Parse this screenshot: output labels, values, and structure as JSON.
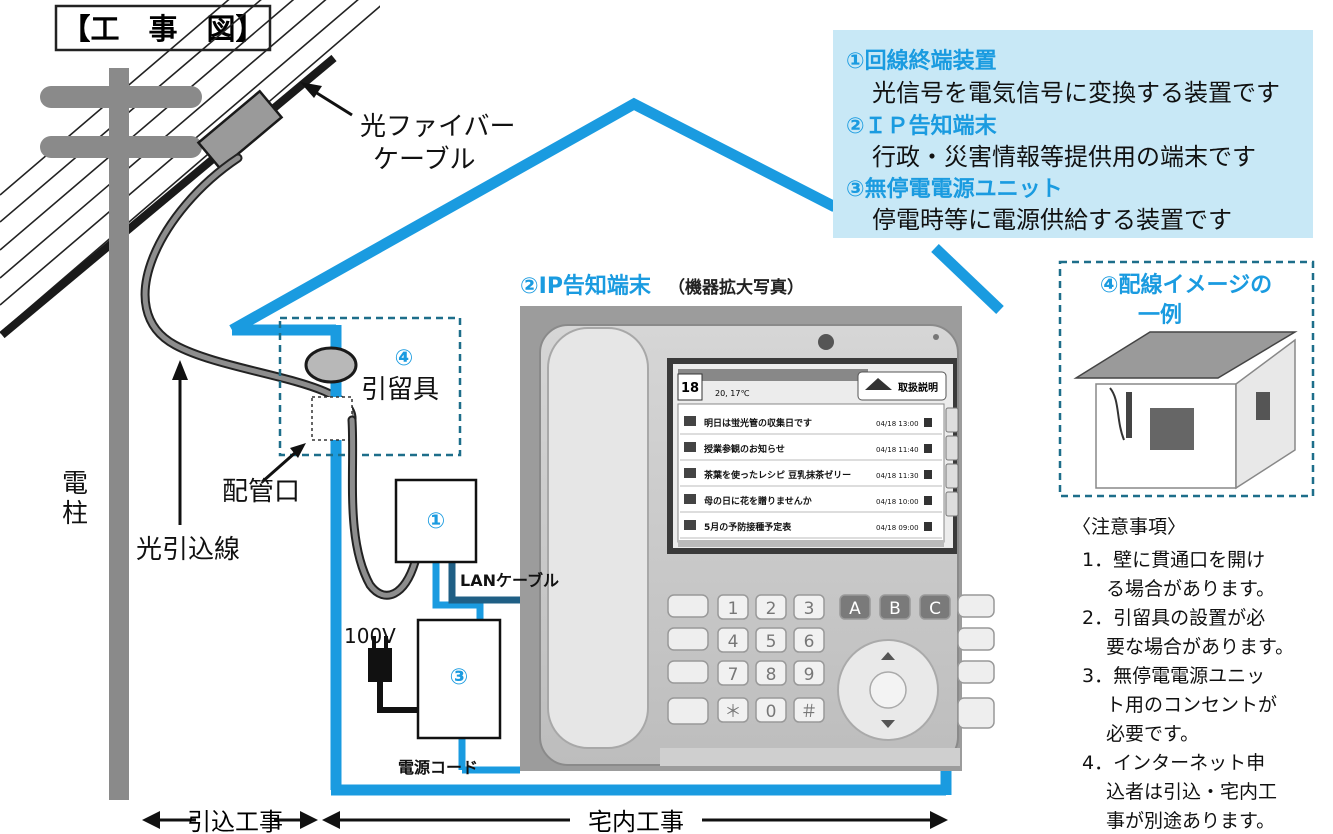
{
  "title": "【工　事　図】",
  "labels": {
    "fiber_cable_1": "光ファイバー",
    "fiber_cable_2": "ケーブル",
    "pole_1": "電",
    "pole_2": "柱",
    "drop_line": "光引込線",
    "conduit": "配管口",
    "anchor_num": "④",
    "anchor": "引留具",
    "onu_num": "①",
    "lan": "LANケーブル",
    "voltage": "100V",
    "ups_num": "③",
    "power_cord": "電源コード",
    "lead_in_work": "引込工事",
    "indoor_work": "宅内工事"
  },
  "info_box": {
    "item1_title": "①回線終端装置",
    "item1_desc": "光信号を電気信号に変換する装置です",
    "item2_title": "②ＩＰ告知端末",
    "item2_desc": "行政・災害情報等提供用の端末です",
    "item3_title": "③無停電電源ユニット",
    "item3_desc": "停電時等に電源供給する装置です"
  },
  "photo": {
    "heading": "②IP告知端末",
    "heading_sub": "（機器拡大写真）",
    "screen": {
      "date_num": "18",
      "weather": "20, 17℃",
      "button": "取扱説明",
      "rows": [
        {
          "text": "明日は蛍光管の収集日です",
          "time": "04/18 13:00"
        },
        {
          "text": "授業参観のお知らせ",
          "time": "04/18 11:40"
        },
        {
          "text": "茶葉を使ったレシピ 豆乳抹茶ゼリー",
          "time": "04/18 11:30"
        },
        {
          "text": "母の日に花を贈りませんか",
          "time": "04/18 10:00"
        },
        {
          "text": "5月の予防接種予定表",
          "time": "04/18 09:00"
        }
      ]
    },
    "keys": [
      "1",
      "2",
      "3",
      "A",
      "B",
      "C",
      "4",
      "5",
      "6",
      "7",
      "8",
      "9",
      "＊",
      "0",
      "＃"
    ]
  },
  "wiring": {
    "heading_1": "④配線イメージの",
    "heading_2": "一例"
  },
  "notes": {
    "heading": "〈注意事項〉",
    "items": [
      [
        "1．壁に貫通口を開け",
        "る場合があります。"
      ],
      [
        "2．引留具の設置が必",
        "要な場合があります。"
      ],
      [
        "3．無停電電源ユニッ",
        "ト用のコンセントが",
        "必要です。"
      ],
      [
        "4．インターネット申",
        "込者は引込・宅内工",
        "事が別途あります。"
      ]
    ]
  },
  "colors": {
    "blue": "#1a9be0",
    "info_bg": "#c8e8f6",
    "dash": "#1d6e8a",
    "lan": "#1f5f85"
  }
}
